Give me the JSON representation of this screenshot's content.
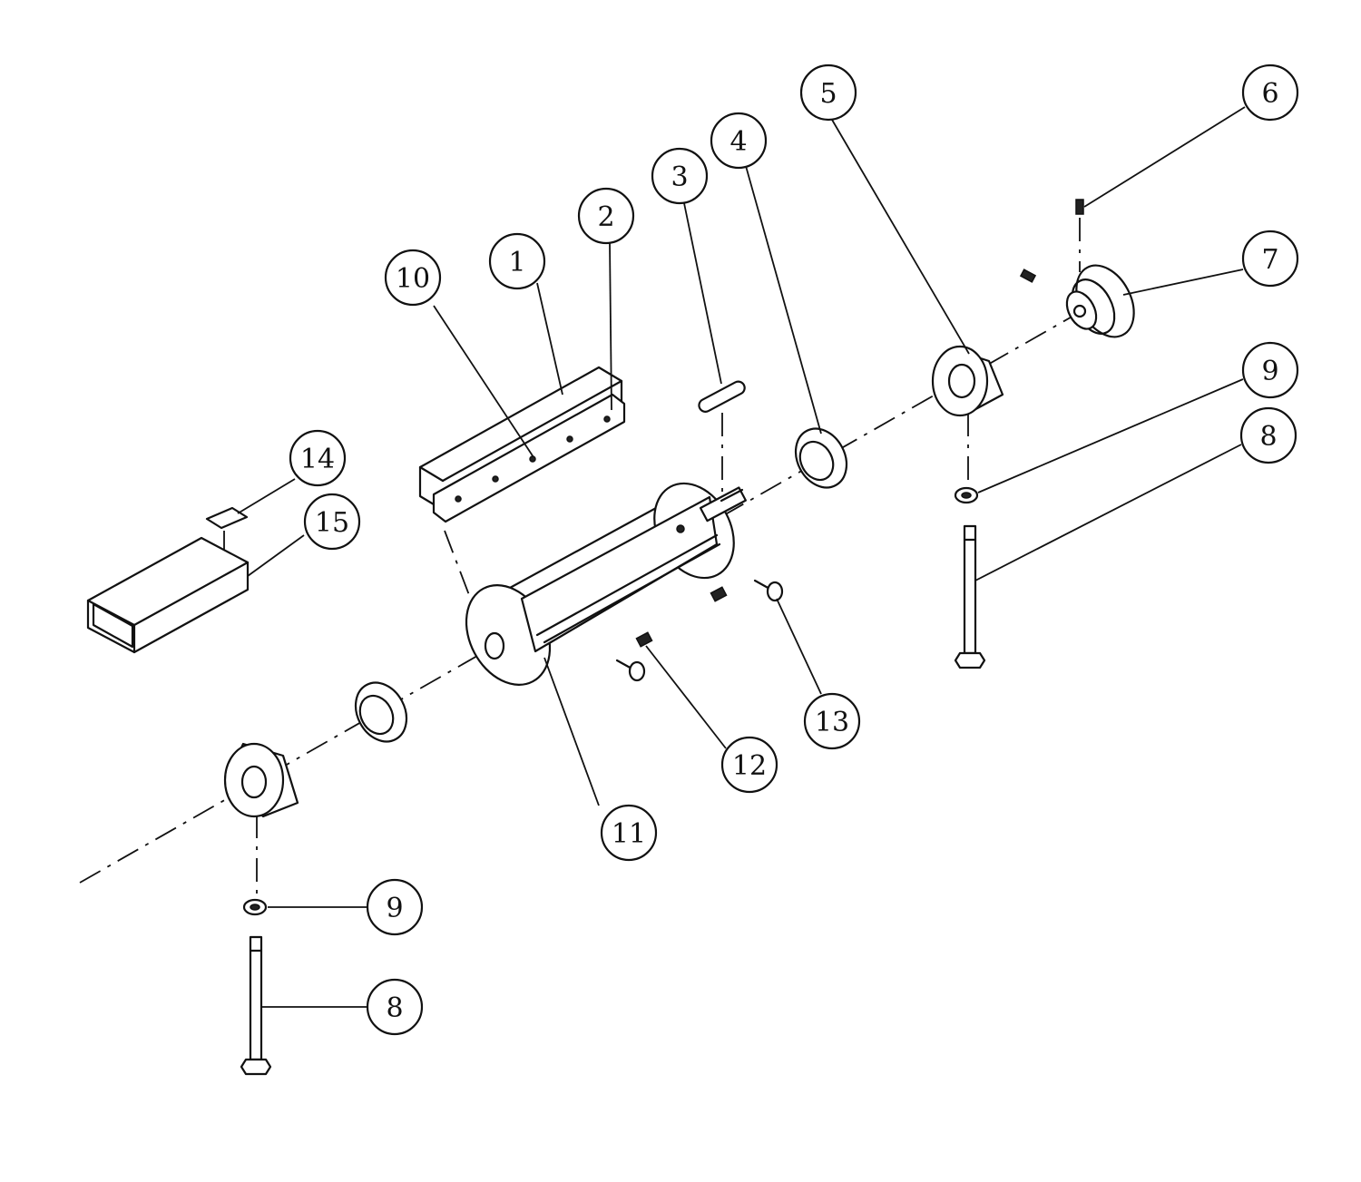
{
  "callouts": [
    {
      "id": "c1",
      "label": "1"
    },
    {
      "id": "c2",
      "label": "2"
    },
    {
      "id": "c3",
      "label": "3"
    },
    {
      "id": "c4",
      "label": "4"
    },
    {
      "id": "c5",
      "label": "5"
    },
    {
      "id": "c6",
      "label": "6"
    },
    {
      "id": "c7",
      "label": "7"
    },
    {
      "id": "c8a",
      "label": "8"
    },
    {
      "id": "c8b",
      "label": "8"
    },
    {
      "id": "c9a",
      "label": "9"
    },
    {
      "id": "c9b",
      "label": "9"
    },
    {
      "id": "c10",
      "label": "10"
    },
    {
      "id": "c11",
      "label": "11"
    },
    {
      "id": "c12",
      "label": "12"
    },
    {
      "id": "c13",
      "label": "13"
    },
    {
      "id": "c14",
      "label": "14"
    },
    {
      "id": "c15",
      "label": "15"
    }
  ]
}
